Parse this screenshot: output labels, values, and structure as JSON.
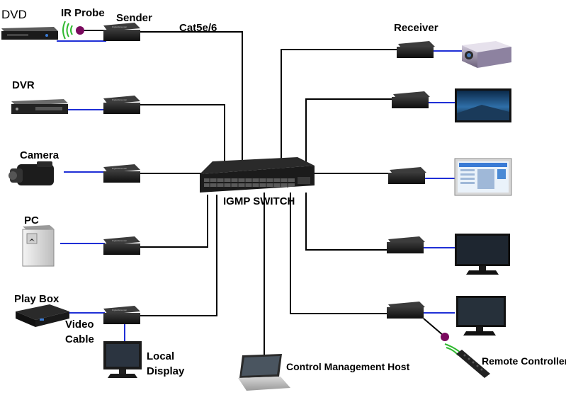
{
  "labels": {
    "dvd": "DVD",
    "ir_probe": "IR Probe",
    "sender": "Sender",
    "cat5e6": "Cat5e/6",
    "receiver": "Receiver",
    "dvr": "DVR",
    "camera": "Camera",
    "pc": "PC",
    "play_box": "Play Box",
    "video_cable": "Video\nCable",
    "local_display": "Local\nDisplay",
    "igmp_switch": "IGMP SWITCH",
    "control_host": "Control Management Host",
    "remote_controller": "Remote Controller"
  },
  "extender_caption": "Digital Extender",
  "colors": {
    "network_line": "#000000",
    "video_line": "#1f2fd6",
    "ir_dot": "#7a0a5e",
    "ir_waves": "#2fb82f",
    "device_dark": "#1c1c1c"
  }
}
